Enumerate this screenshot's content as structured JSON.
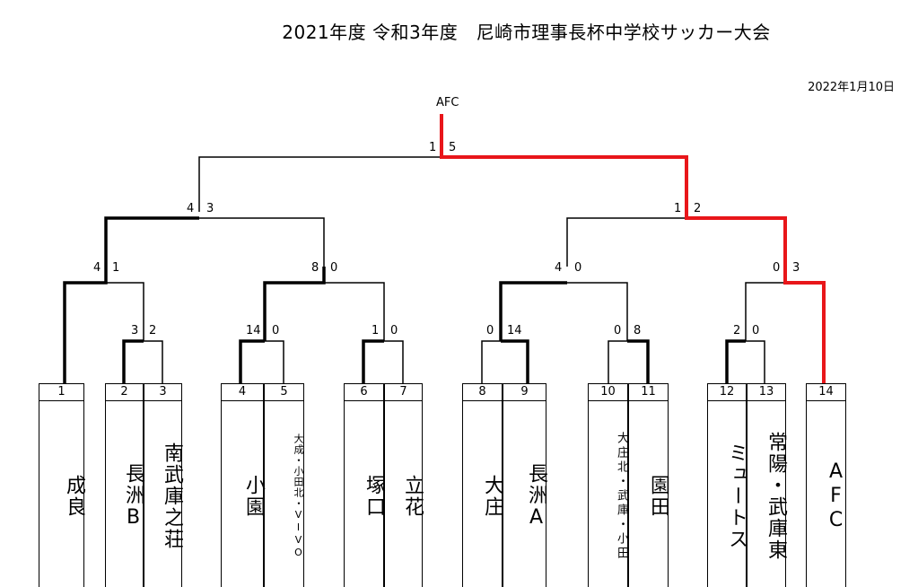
{
  "title": "2021年度 令和3年度　尼崎市理事長杯中学校サッカー大会",
  "date": "2022年1月10日",
  "champion": "AFC",
  "teams": [
    {
      "num": "1",
      "name": "成良"
    },
    {
      "num": "2",
      "name": "長洲B"
    },
    {
      "num": "3",
      "name": "南武庫之荘"
    },
    {
      "num": "4",
      "name": "小園"
    },
    {
      "num": "5",
      "name": "大成・小田北・VIVO"
    },
    {
      "num": "6",
      "name": "塚口"
    },
    {
      "num": "7",
      "name": "立花"
    },
    {
      "num": "8",
      "name": "大庄"
    },
    {
      "num": "9",
      "name": "長洲A"
    },
    {
      "num": "10",
      "name": "大庄北・武庫・小田"
    },
    {
      "num": "11",
      "name": "園田"
    },
    {
      "num": "12",
      "name": "ミュートス"
    },
    {
      "num": "13",
      "name": "常陽・武庫東"
    },
    {
      "num": "14",
      "name": "AFC"
    }
  ],
  "scores": {
    "r1a": {
      "l": "3",
      "r": "2"
    },
    "r1b": {
      "l": "14",
      "r": "0"
    },
    "r1c": {
      "l": "1",
      "r": "0"
    },
    "r1d": {
      "l": "0",
      "r": "14"
    },
    "r1e": {
      "l": "0",
      "r": "8"
    },
    "r1f": {
      "l": "2",
      "r": "0"
    },
    "r2a": {
      "l": "4",
      "r": "1"
    },
    "r2b": {
      "l": "8",
      "r": "0"
    },
    "r2c": {
      "l": "4",
      "r": "0"
    },
    "r2d": {
      "l": "0",
      "r": "3"
    },
    "sfa": {
      "l": "4",
      "r": "3"
    },
    "sfb": {
      "l": "1",
      "r": "2"
    },
    "final": {
      "l": "1",
      "r": "5"
    }
  },
  "colors": {
    "winner_path": "#e8161a",
    "line": "#000000"
  }
}
